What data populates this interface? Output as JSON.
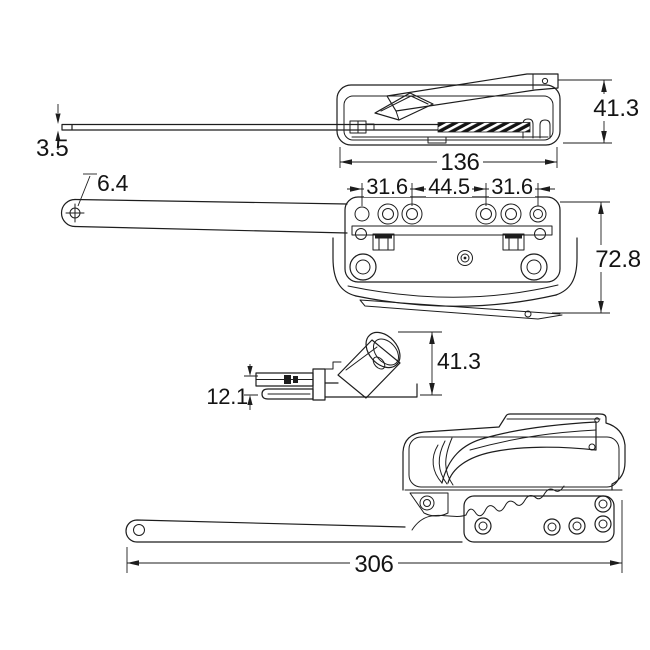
{
  "drawing": {
    "colors": {
      "line": "#1d1d1d",
      "background": "#ffffff"
    },
    "dimensions": {
      "arm_thickness": {
        "value": "3.5"
      },
      "base_length": {
        "value": "136"
      },
      "body_height": {
        "value": "41.3"
      },
      "hole_diameter": {
        "value": "6.4"
      },
      "hole_pitch_left": {
        "value": "31.6"
      },
      "hole_pitch_center": {
        "value": "44.5"
      },
      "hole_pitch_right": {
        "value": "31.6"
      },
      "body_depth": {
        "value": "72.8"
      },
      "handle_height": {
        "value": "41.3"
      },
      "handle_base_height": {
        "value": "12.1"
      },
      "overall_length": {
        "value": "306"
      }
    }
  }
}
